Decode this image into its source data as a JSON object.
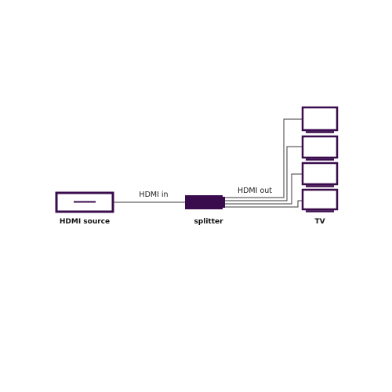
{
  "colors": {
    "purple": "#3b0c4d",
    "wire": "#3a3a3a",
    "background": "#ffffff"
  },
  "labels": {
    "hdmi_in": "HDMI in",
    "hdmi_out": "HDMI out",
    "source": "HDMI source",
    "splitter": "splitter",
    "tv": "TV"
  },
  "components": {
    "source_device": "hdmi-source-device",
    "splitter_device": "hdmi-splitter-device",
    "tv_count": 4
  }
}
